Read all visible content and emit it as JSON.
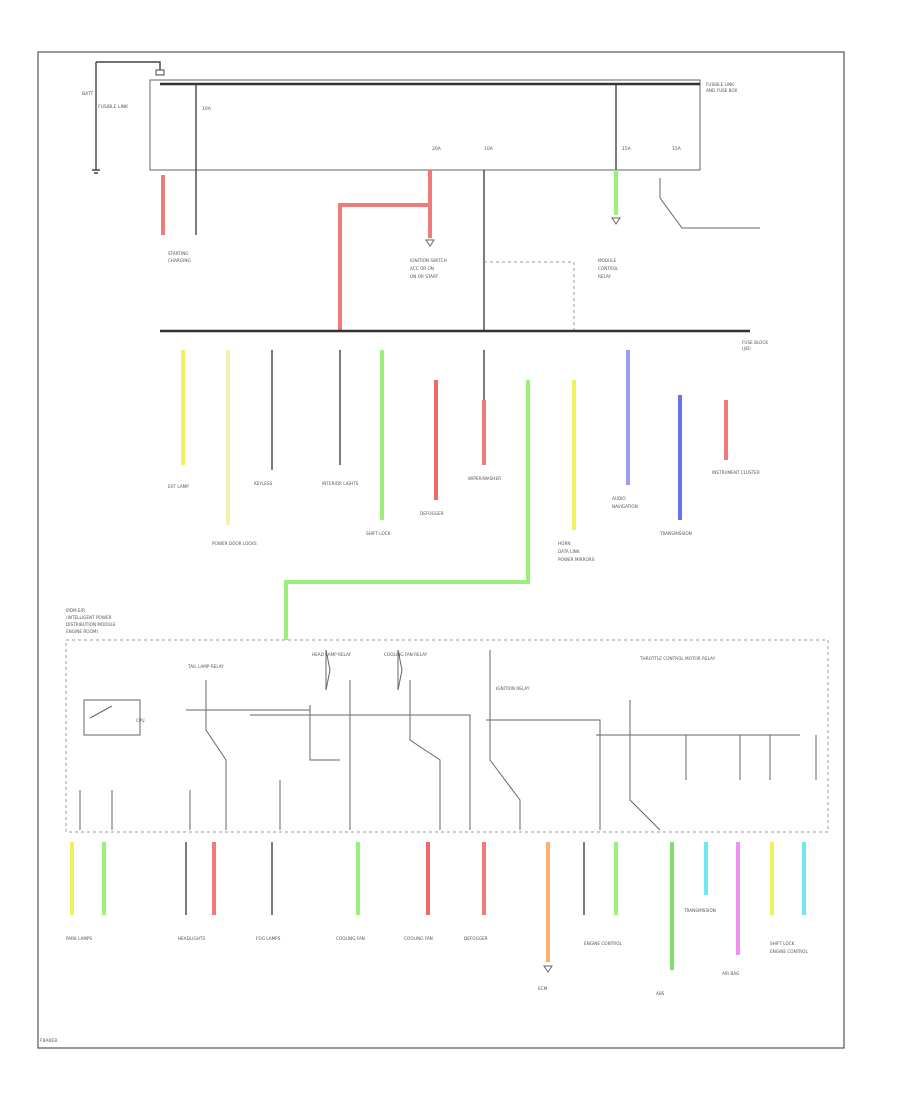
{
  "page": {
    "footer_code": "F8A0E8"
  },
  "colors": {
    "wire": "#444444",
    "red": "#f06a6a",
    "pink": "#ff9ea8",
    "green": "#7ee06a",
    "yellow": "#f0f060",
    "lightyellow": "#f4f0b0",
    "orange": "#ffb070",
    "purple": "#a09cf0",
    "blue": "#6a70f0",
    "cyan": "#70e8f0",
    "magenta": "#f090f0"
  },
  "battery": {
    "label": "BATT"
  },
  "boxes": {
    "top": [
      "FUSIBLE LINK",
      "AND FUSE BOX"
    ],
    "fuse_block": [
      "FUSE BLOCK",
      "(J/B)"
    ],
    "ipdm": [
      "IPDM E/R",
      "(INTELLIGENT POWER",
      "DISTRIBUTION MODULE",
      "ENGINE ROOM)"
    ]
  },
  "top_fuses": [
    "FUSIBLE LINK",
    "10A",
    "10A",
    "15A",
    "15A",
    "20A"
  ],
  "mid_labels": [
    "IGNITION SWITCH",
    "ACC OR ON",
    "ON OR START",
    "MODULE",
    "CONTROL",
    "RELAY"
  ],
  "upper_destinations": [
    "STARTING",
    "CHARGING",
    "EXT LAMP",
    "POWER DOOR LOCKS",
    "KEYLESS",
    "INTERIOR LIGHTS",
    "SHIFT LOCK",
    "DEFOGGER",
    "WIPER/WASHER",
    "HORN",
    "DATA LINK",
    "POWER MIRRORS",
    "AUDIO",
    "NAVIGATION",
    "TRANSMISSION",
    "INSTRUMENT CLUSTER"
  ],
  "ipdm_parts": [
    "CPU",
    "TAIL LAMP RELAY",
    "HEAD LAMP RELAY",
    "COOLING FAN RELAY",
    "IGNITION RELAY",
    "THROTTLE CONTROL MOTOR RELAY"
  ],
  "lower_destinations": [
    "PARK LAMPS",
    "HEADLIGHTS",
    "FOG LAMPS",
    "COOLING FAN",
    "COOLING FAN",
    "DEFOGGER",
    "ECM",
    "ENGINE CONTROL",
    "ABS",
    "TRANSMISSION",
    "AIR BAG",
    "SHIFT LOCK",
    "ENGINE CONTROL"
  ]
}
